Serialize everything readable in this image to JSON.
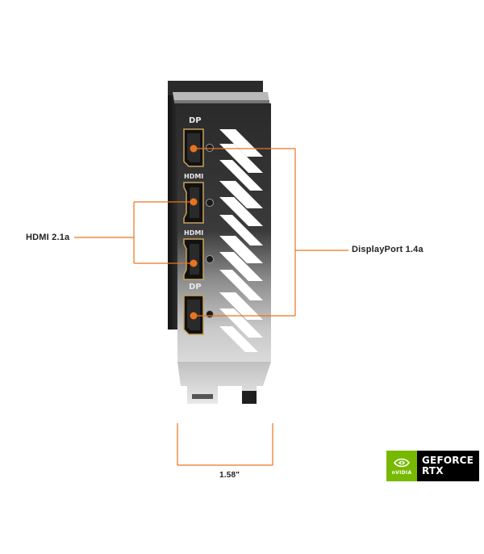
{
  "callouts": {
    "hdmi": "HDMI 2.1a",
    "displayport": "DisplayPort 1.4a",
    "width": "1.58\""
  },
  "bracket": {
    "port_labels": [
      "DP",
      "HDMI",
      "HDMI",
      "DP"
    ]
  },
  "badge": {
    "brand": "nVIDIA",
    "line1": "GEFORCE",
    "line2": "RTX"
  },
  "colors": {
    "accent_orange": "#e9731f",
    "nvidia_green": "#76b900",
    "badge_black": "#000000",
    "bracket_dark": "#1f1f1f"
  },
  "icons": [
    "nvidia-eye-icon",
    "port-screw-icon"
  ]
}
